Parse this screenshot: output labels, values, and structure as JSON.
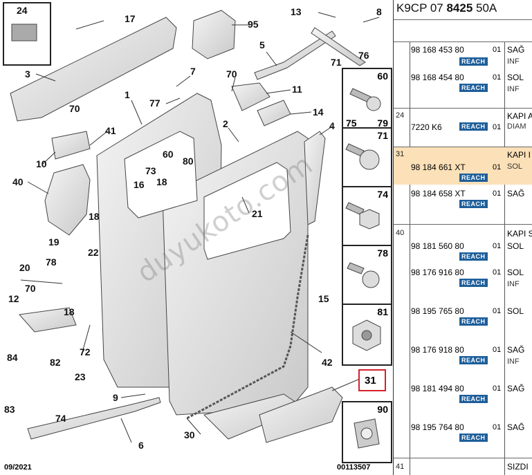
{
  "header": {
    "prefix": "K9CP 07 ",
    "bold": "8425",
    "suffix": " 50A"
  },
  "footer": {
    "date": "09/2021",
    "ref": "00113507"
  },
  "watermark": "duyukoto.com",
  "callouts": [
    {
      "id": "c24",
      "label": "24"
    },
    {
      "id": "c17",
      "label": "17"
    },
    {
      "id": "c95",
      "label": "95"
    },
    {
      "id": "c13",
      "label": "13"
    },
    {
      "id": "c8",
      "label": "8"
    },
    {
      "id": "c5",
      "label": "5"
    },
    {
      "id": "c76",
      "label": "76"
    },
    {
      "id": "c71a",
      "label": "71"
    },
    {
      "id": "c3",
      "label": "3"
    },
    {
      "id": "c7",
      "label": "7"
    },
    {
      "id": "c70a",
      "label": "70"
    },
    {
      "id": "c60",
      "label": "60"
    },
    {
      "id": "c11",
      "label": "11"
    },
    {
      "id": "c1",
      "label": "1"
    },
    {
      "id": "c77",
      "label": "77"
    },
    {
      "id": "c14",
      "label": "14"
    },
    {
      "id": "c70b",
      "label": "70"
    },
    {
      "id": "c2",
      "label": "2"
    },
    {
      "id": "c4",
      "label": "4"
    },
    {
      "id": "c41",
      "label": "41"
    },
    {
      "id": "c60b",
      "label": "60"
    },
    {
      "id": "c80",
      "label": "80"
    },
    {
      "id": "c10",
      "label": "10"
    },
    {
      "id": "c73",
      "label": "73"
    },
    {
      "id": "c40",
      "label": "40"
    },
    {
      "id": "c16",
      "label": "16"
    },
    {
      "id": "c18a",
      "label": "18"
    },
    {
      "id": "c21",
      "label": "21"
    },
    {
      "id": "c18b",
      "label": "18"
    },
    {
      "id": "c19",
      "label": "19"
    },
    {
      "id": "c22",
      "label": "22"
    },
    {
      "id": "c78",
      "label": "78"
    },
    {
      "id": "c20",
      "label": "20"
    },
    {
      "id": "c70c",
      "label": "70"
    },
    {
      "id": "c15",
      "label": "15"
    },
    {
      "id": "c12",
      "label": "12"
    },
    {
      "id": "c18c",
      "label": "18"
    },
    {
      "id": "c72",
      "label": "72"
    },
    {
      "id": "c42",
      "label": "42"
    },
    {
      "id": "c84",
      "label": "84"
    },
    {
      "id": "c82",
      "label": "82"
    },
    {
      "id": "c23",
      "label": "23"
    },
    {
      "id": "c9",
      "label": "9"
    },
    {
      "id": "c83",
      "label": "83"
    },
    {
      "id": "c74",
      "label": "74"
    },
    {
      "id": "c30",
      "label": "30"
    },
    {
      "id": "c6",
      "label": "6"
    }
  ],
  "sidebox": {
    "s60": "60",
    "s75": "75",
    "s79": "79",
    "s71": "71",
    "s74": "74",
    "s78": "78",
    "s81": "81",
    "s90": "90",
    "s31": "31"
  },
  "table": {
    "groups": [
      {
        "num": "",
        "entries": [
          {
            "pn": "98 168 453 80",
            "qty": "01",
            "desc": "SAĞ",
            "sub": "INF"
          },
          {
            "pn": "98 168 454 80",
            "qty": "01",
            "desc": "SOL",
            "sub": "INF"
          }
        ]
      },
      {
        "num": "24",
        "entries": [
          {
            "pn": "7220 K6",
            "qty": "01",
            "desc": "KAPI A",
            "sub": "DIAM"
          }
        ]
      },
      {
        "num": "31",
        "entries": [
          {
            "pn": "98 184 661 XT",
            "qty": "01",
            "desc": "KAPI I",
            "sub": "SOL"
          },
          {
            "pn": "98 184 658 XT",
            "qty": "01",
            "desc": "SAĞ",
            "sub": ""
          }
        ]
      },
      {
        "num": "40",
        "entries": [
          {
            "pn": "98 181 560 80",
            "qty": "01",
            "desc": "KAPI S",
            "sub": "SOL"
          },
          {
            "pn": "98 176 916 80",
            "qty": "01",
            "desc": "SOL",
            "sub": "INF"
          },
          {
            "pn": "98 195 765 80",
            "qty": "01",
            "desc": "SOL",
            "sub": ""
          },
          {
            "pn": "98 176 918 80",
            "qty": "01",
            "desc": "SAĞ",
            "sub": "INF"
          },
          {
            "pn": "98 181 494 80",
            "qty": "01",
            "desc": "SAĞ",
            "sub": ""
          },
          {
            "pn": "98 195 764 80",
            "qty": "01",
            "desc": "SAĞ",
            "sub": ""
          }
        ]
      },
      {
        "num": "41",
        "entries": [
          {
            "pn": "",
            "qty": "",
            "desc": "SIZDI",
            "sub": ""
          }
        ]
      }
    ],
    "reach": "REACH"
  },
  "colors": {
    "reach_bg": "#1d5e9a",
    "highlight_row": "#fbe0b8",
    "highlight_box": "#d6202c"
  }
}
